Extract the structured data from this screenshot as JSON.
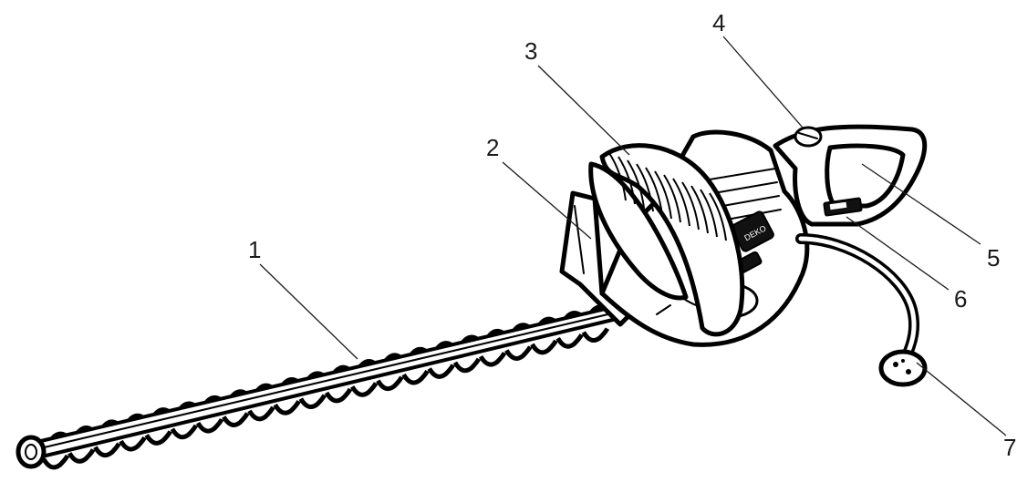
{
  "diagram": {
    "brand_label": "DEKO",
    "callouts": [
      {
        "number": "1",
        "part": "cutting-blade"
      },
      {
        "number": "2",
        "part": "hand-guard"
      },
      {
        "number": "3",
        "part": "front-handle"
      },
      {
        "number": "4",
        "part": "lock-button"
      },
      {
        "number": "5",
        "part": "rear-handle"
      },
      {
        "number": "6",
        "part": "trigger-switch"
      },
      {
        "number": "7",
        "part": "power-plug"
      }
    ]
  }
}
